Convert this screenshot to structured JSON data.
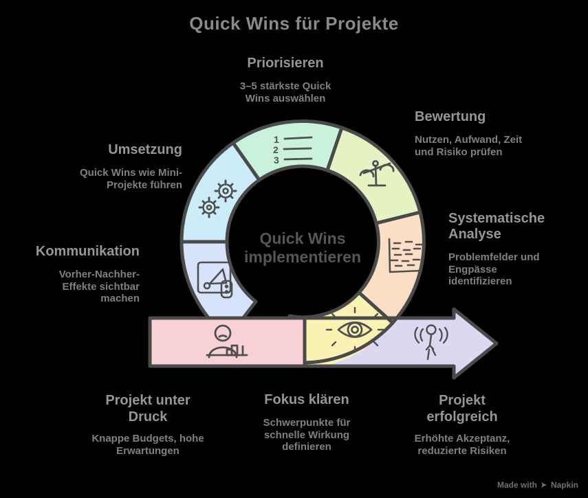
{
  "title": "Quick Wins für Projekte",
  "center": {
    "text": "Quick Wins\nimplementieren"
  },
  "labels": {
    "priorisieren": {
      "heading": "Priorisieren",
      "body": "3–5 stärkste Quick\nWins auswählen"
    },
    "bewertung": {
      "heading": "Bewertung",
      "body": "Nutzen, Aufwand, Zeit\nund Risiko prüfen"
    },
    "systematische_analyse": {
      "heading": "Systematische\nAnalyse",
      "body": "Problemfelder und\nEngpässe\nidentifizieren"
    },
    "umsetzung": {
      "heading": "Umsetzung",
      "body": "Quick Wins wie Mini-\nProjekte führen"
    },
    "kommunikation": {
      "heading": "Kommunikation",
      "body": "Vorher-Nachher-\nEffekte sichtbar\nmachen"
    },
    "projekt_unter_druck": {
      "heading": "Projekt unter\nDruck",
      "body": "Knappe Budgets, hohe\nErwartungen"
    },
    "fokus_klaeren": {
      "heading": "Fokus klären",
      "body": "Schwerpunkte für\nschnelle Wirkung\ndefinieren"
    },
    "projekt_erfolgreich": {
      "heading": "Projekt\nerfolgreich",
      "body": "Erhöhte Akzeptanz,\nreduzierte Risiken"
    }
  },
  "list_icon": {
    "n1": "1",
    "n2": "2",
    "n3": "3"
  },
  "icons": {
    "priorisieren": "numbered-list-icon",
    "bewertung": "balance-scale-icon",
    "systematische_analyse": "water-level-icon",
    "fokus_klaeren": "focus-eye-icon",
    "umsetzung": "gears-icon",
    "kommunikation": "megaphone-presentation-icon",
    "projekt_unter_druck": "person-at-desk-icon",
    "projekt_erfolgreich": "celebrating-person-icon",
    "watermark": "pen-nib-icon"
  },
  "watermark": {
    "prefix": "Made with",
    "brand": "Napkin"
  },
  "colors": {
    "background": "#000000",
    "outline": "#4a4a4a",
    "icon_stroke": "#4f4f4f",
    "segment_priorisieren": "#c8f2d9",
    "segment_bewertung": "#e5f3c3",
    "segment_analyse": "#fbdfc4",
    "segment_fokus": "#f9f2b3",
    "segment_umsetzung": "#cdecf9",
    "segment_kommunikation": "#d7e2fb",
    "band_projekt_unter_druck": "#f8d1d5",
    "band_projekt_erfolgreich": "#dcd8f2",
    "title_text": "#8a8a8a",
    "heading_text": "#969696",
    "body_text": "#808080",
    "center_text": "#565656",
    "watermark_text": "#707070"
  }
}
